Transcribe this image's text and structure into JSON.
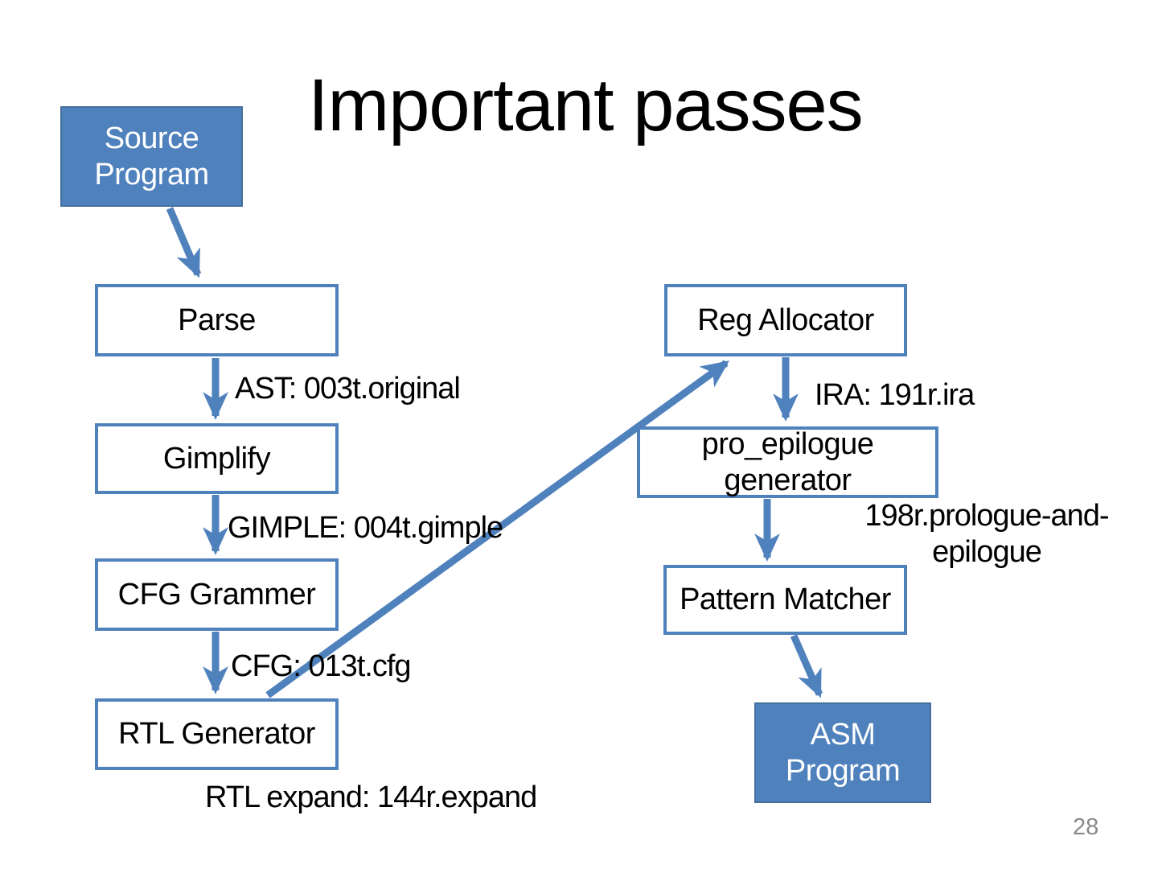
{
  "slide": {
    "title": "Important passes",
    "page_number": "28"
  },
  "colors": {
    "accent_blue": "#4f81bd",
    "filled_node_fill": "#4f81bd",
    "filled_node_border": "#44709d",
    "outline_node_border": "#4f81bd",
    "label_text": "#000000",
    "filled_node_text": "#ffffff",
    "page_number_gray": "#898989"
  },
  "diagram": {
    "nodes": {
      "source_program": {
        "lines": [
          "Source",
          "Program"
        ],
        "style": "filled"
      },
      "parse": {
        "lines": [
          "Parse"
        ],
        "style": "outline"
      },
      "gimplify": {
        "lines": [
          "Gimplify"
        ],
        "style": "outline"
      },
      "cfg_grammer": {
        "lines": [
          "CFG Grammer"
        ],
        "style": "outline"
      },
      "rtl_generator": {
        "lines": [
          "RTL Generator"
        ],
        "style": "outline"
      },
      "reg_allocator": {
        "lines": [
          "Reg Allocator"
        ],
        "style": "outline"
      },
      "pro_epilogue_generator": {
        "lines": [
          "pro_epilogue",
          "generator"
        ],
        "style": "outline"
      },
      "pattern_matcher": {
        "lines": [
          "Pattern Matcher"
        ],
        "style": "outline"
      },
      "asm_program": {
        "lines": [
          "ASM",
          "Program"
        ],
        "style": "filled"
      }
    },
    "edge_labels": {
      "ast": "AST: 003t.original",
      "gimple": "GIMPLE: 004t.gimple",
      "cfg": "CFG: 013t.cfg",
      "rtl_expand": "RTL expand: 144r.expand",
      "ira": "IRA: 191r.ira",
      "prologue_line1": "198r.prologue-and-",
      "prologue_line2": "epilogue"
    },
    "edges": [
      {
        "from": "source_program",
        "to": "parse",
        "label": ""
      },
      {
        "from": "parse",
        "to": "gimplify",
        "label": "AST: 003t.original"
      },
      {
        "from": "gimplify",
        "to": "cfg_grammer",
        "label": "GIMPLE: 004t.gimple"
      },
      {
        "from": "cfg_grammer",
        "to": "rtl_generator",
        "label": "CFG: 013t.cfg"
      },
      {
        "from": "rtl_generator",
        "to": "reg_allocator",
        "label": "RTL expand: 144r.expand"
      },
      {
        "from": "reg_allocator",
        "to": "pro_epilogue_generator",
        "label": "IRA: 191r.ira"
      },
      {
        "from": "pro_epilogue_generator",
        "to": "pattern_matcher",
        "label": "198r.prologue-and-epilogue"
      },
      {
        "from": "pattern_matcher",
        "to": "asm_program",
        "label": ""
      }
    ]
  }
}
